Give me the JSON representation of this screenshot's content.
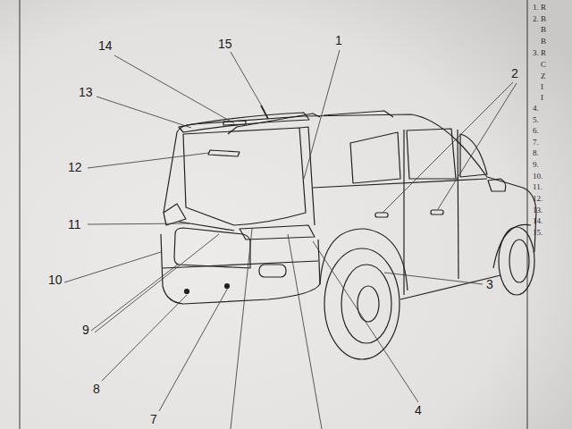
{
  "diagram": {
    "labels": [
      "15",
      "1",
      "14",
      "13",
      "12",
      "11",
      "10",
      "9",
      "8",
      "7",
      "4",
      "3",
      "2",
      "1. R",
      "2. B",
      "B",
      "B",
      "3. R",
      "C",
      "Z",
      "I",
      "I",
      "4.",
      "5.",
      "6.",
      "7.",
      "8.",
      "9.",
      "10.",
      "11.",
      "12.",
      "13.",
      "14.",
      "15."
    ]
  }
}
